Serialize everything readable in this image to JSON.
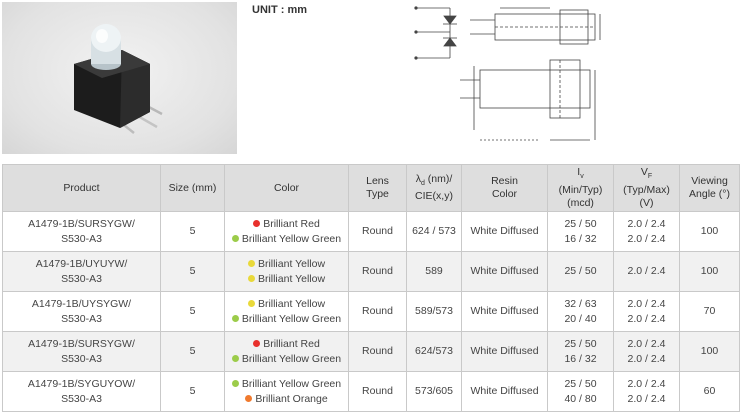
{
  "unit_label": "UNIT : mm",
  "colors": {
    "Brilliant Red": "#e8302c",
    "Brilliant Yellow Green": "#9ccc4a",
    "Brilliant Yellow": "#e9d93a",
    "Brilliant Orange": "#f07a2e"
  },
  "headers": {
    "product": "Product",
    "size": "Size (mm)",
    "color": "Color",
    "lens_1": "Lens",
    "lens_2": "Type",
    "lambda_pre": "λ",
    "lambda_sub": "d",
    "lambda_post": " (nm)/",
    "cie": "CIE(x,y)",
    "resin_1": "Resin",
    "resin_2": "Color",
    "iv_main": "I",
    "iv_sub": "v",
    "iv_2": "(Min/Typ)",
    "iv_3": "(mcd)",
    "vf_main": "V",
    "vf_sub": "F",
    "vf_2": "(Typ/Max)",
    "vf_3": "(V)",
    "view_1": "Viewing",
    "view_2": "Angle (°)"
  },
  "rows": [
    {
      "product_1": "A1479-1B/SURSYGW/",
      "product_2": "S530-A3",
      "size": "5",
      "color_1": "Brilliant Red",
      "color_2": "Brilliant Yellow Green",
      "lens": "Round",
      "lambda": "624 / 573",
      "resin": "White Diffused",
      "iv_1": "25 / 50",
      "iv_2": "16 / 32",
      "vf_1": "2.0 / 2.4",
      "vf_2": "2.0 / 2.4",
      "angle": "100"
    },
    {
      "product_1": "A1479-1B/UYUYW/",
      "product_2": "S530-A3",
      "size": "5",
      "color_1": "Brilliant Yellow",
      "color_2": "Brilliant Yellow",
      "lens": "Round",
      "lambda": "589",
      "resin": "White Diffused",
      "iv_1": "25 / 50",
      "iv_2": "",
      "vf_1": "2.0 / 2.4",
      "vf_2": "",
      "angle": "100"
    },
    {
      "product_1": "A1479-1B/UYSYGW/",
      "product_2": "S530-A3",
      "size": "5",
      "color_1": "Brilliant Yellow",
      "color_2": "Brilliant Yellow Green",
      "lens": "Round",
      "lambda": "589/573",
      "resin": "White Diffused",
      "iv_1": "32 / 63",
      "iv_2": "20 / 40",
      "vf_1": "2.0 / 2.4",
      "vf_2": "2.0 / 2.4",
      "angle": "70"
    },
    {
      "product_1": "A1479-1B/SURSYGW/",
      "product_2": "S530-A3",
      "size": "5",
      "color_1": "Brilliant Red",
      "color_2": "Brilliant Yellow Green",
      "lens": "Round",
      "lambda": "624/573",
      "resin": "White Diffused",
      "iv_1": "25 / 50",
      "iv_2": "16 / 32",
      "vf_1": "2.0 / 2.4",
      "vf_2": "2.0 / 2.4",
      "angle": "100"
    },
    {
      "product_1": "A1479-1B/SYGUYOW/",
      "product_2": "S530-A3",
      "size": "5",
      "color_1": "Brilliant Yellow Green",
      "color_2": "Brilliant Orange",
      "lens": "Round",
      "lambda": "573/605",
      "resin": "White Diffused",
      "iv_1": "25 / 50",
      "iv_2": "40 / 80",
      "vf_1": "2.0 / 2.4",
      "vf_2": "2.0 / 2.4",
      "angle": "60"
    }
  ]
}
